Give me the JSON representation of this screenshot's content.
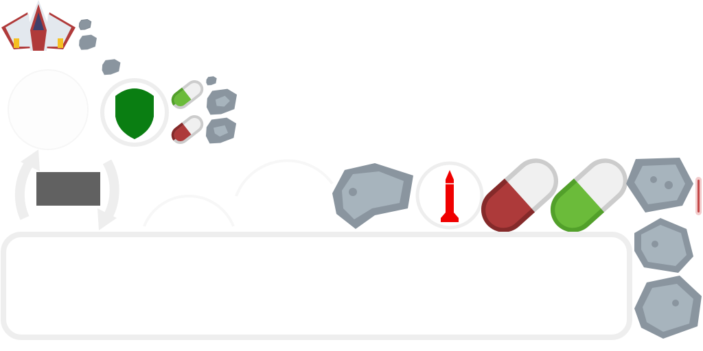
{
  "sheet": {
    "background": "#ffffff"
  },
  "sprites": [
    {
      "name": "player-ship-icon",
      "icon": "spaceship"
    },
    {
      "name": "shield-powerup-icon",
      "icon": "shield"
    },
    {
      "name": "rocket-powerup-icon",
      "icon": "rocket"
    },
    {
      "name": "green-pill-icon",
      "icon": "capsule"
    },
    {
      "name": "red-pill-icon",
      "icon": "capsule"
    },
    {
      "name": "asteroid-icon",
      "icon": "asteroid"
    },
    {
      "name": "reload-arrows-icon",
      "icon": "circular-arrows"
    },
    {
      "name": "dark-button-sprite",
      "icon": "rectangle"
    },
    {
      "name": "panel-frame-sprite",
      "icon": "rounded-rectangle"
    },
    {
      "name": "laser-bolt-icon",
      "icon": "laser"
    }
  ],
  "colors": {
    "ship_body": "#e3e8ee",
    "ship_red": "#b03a3a",
    "ship_cockpit": "#3f3f6a",
    "ship_flame": "#f5c022",
    "shield_green": "#0a7e12",
    "rocket_red": "#f00000",
    "pill_green": "#6bbb3a",
    "pill_green_dark": "#52a02a",
    "pill_red": "#ad3a3a",
    "pill_red_dark": "#852a2a",
    "pill_white": "#f0f0f0",
    "pill_outline": "#cccccc",
    "rock_dark": "#8a959f",
    "rock_light": "#a7b4bd",
    "ring_grey": "#eeeeee",
    "button_dark": "#616161",
    "laser_red": "#c44848"
  }
}
